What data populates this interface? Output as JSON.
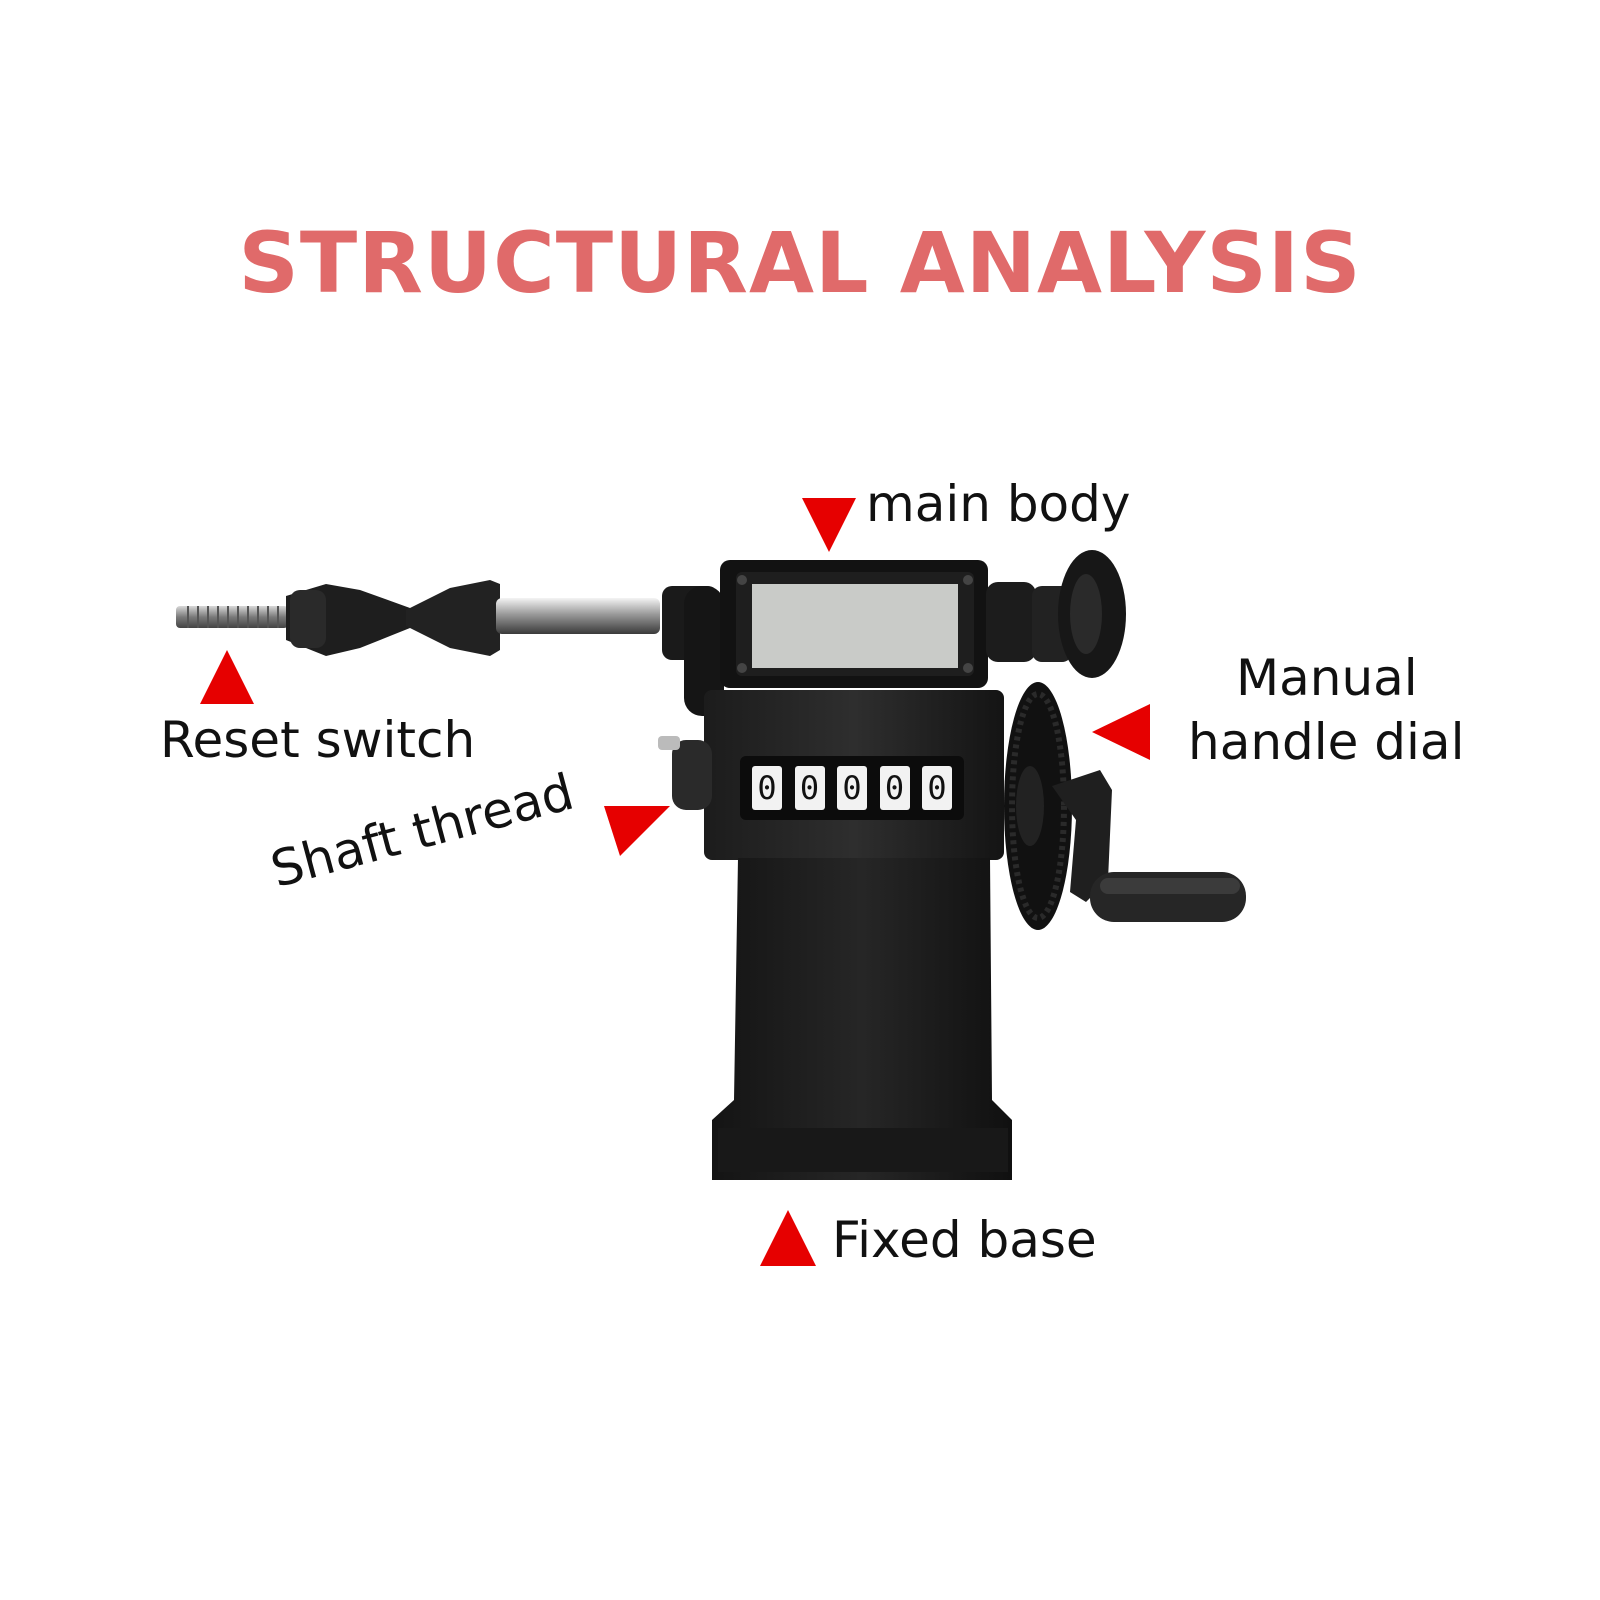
{
  "title": {
    "text": "STRUCTURAL ANALYSIS",
    "color": "#e06a6a"
  },
  "accent_color": "#e60000",
  "labels": {
    "main_body": "main body",
    "reset_switch": "Reset switch",
    "manual_handle_dial_line1": "Manual",
    "manual_handle_dial_line2": "handle dial",
    "shaft_thread": "Shaft thread",
    "fixed_base": "Fixed base"
  },
  "counter": {
    "digits": [
      "0",
      "0",
      "0",
      "0",
      "0"
    ]
  },
  "icons": {
    "marker": "red-triangle-icon",
    "machine": "coil-winding-machine-illustration"
  }
}
